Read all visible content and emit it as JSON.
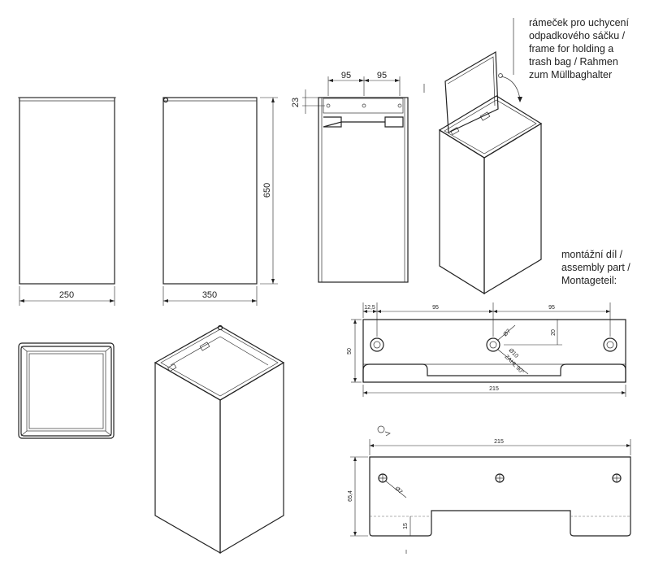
{
  "dimensions": {
    "front_width": "250",
    "side_width": "350",
    "height": "650",
    "hole_spacing_left": "95",
    "hole_spacing_right": "95",
    "frame_offset": "23",
    "part_edge_offset": "12,5",
    "part_spacing_left": "95",
    "part_spacing_right": "95",
    "part_hole_diameter": "Ø7",
    "part_countersink_diameter": "Ø10",
    "part_countersink_angle": "ZAHL 90°",
    "part_hole_height": "20",
    "part_height": "50",
    "part_width": "215",
    "flat_width": "215",
    "flat_hole_diameter": "Ø7",
    "flat_height": "65,4",
    "flat_notch_height": "15"
  },
  "labels": {
    "frame_callout": [
      "rámeček pro uchycení",
      "odpadkového sáčku /",
      "frame for holding a",
      "trash bag / Rahmen",
      "zum Müllbaghalter"
    ],
    "assembly_callout": [
      "montážní díl /",
      "assembly part /",
      "Montageteil:"
    ]
  }
}
